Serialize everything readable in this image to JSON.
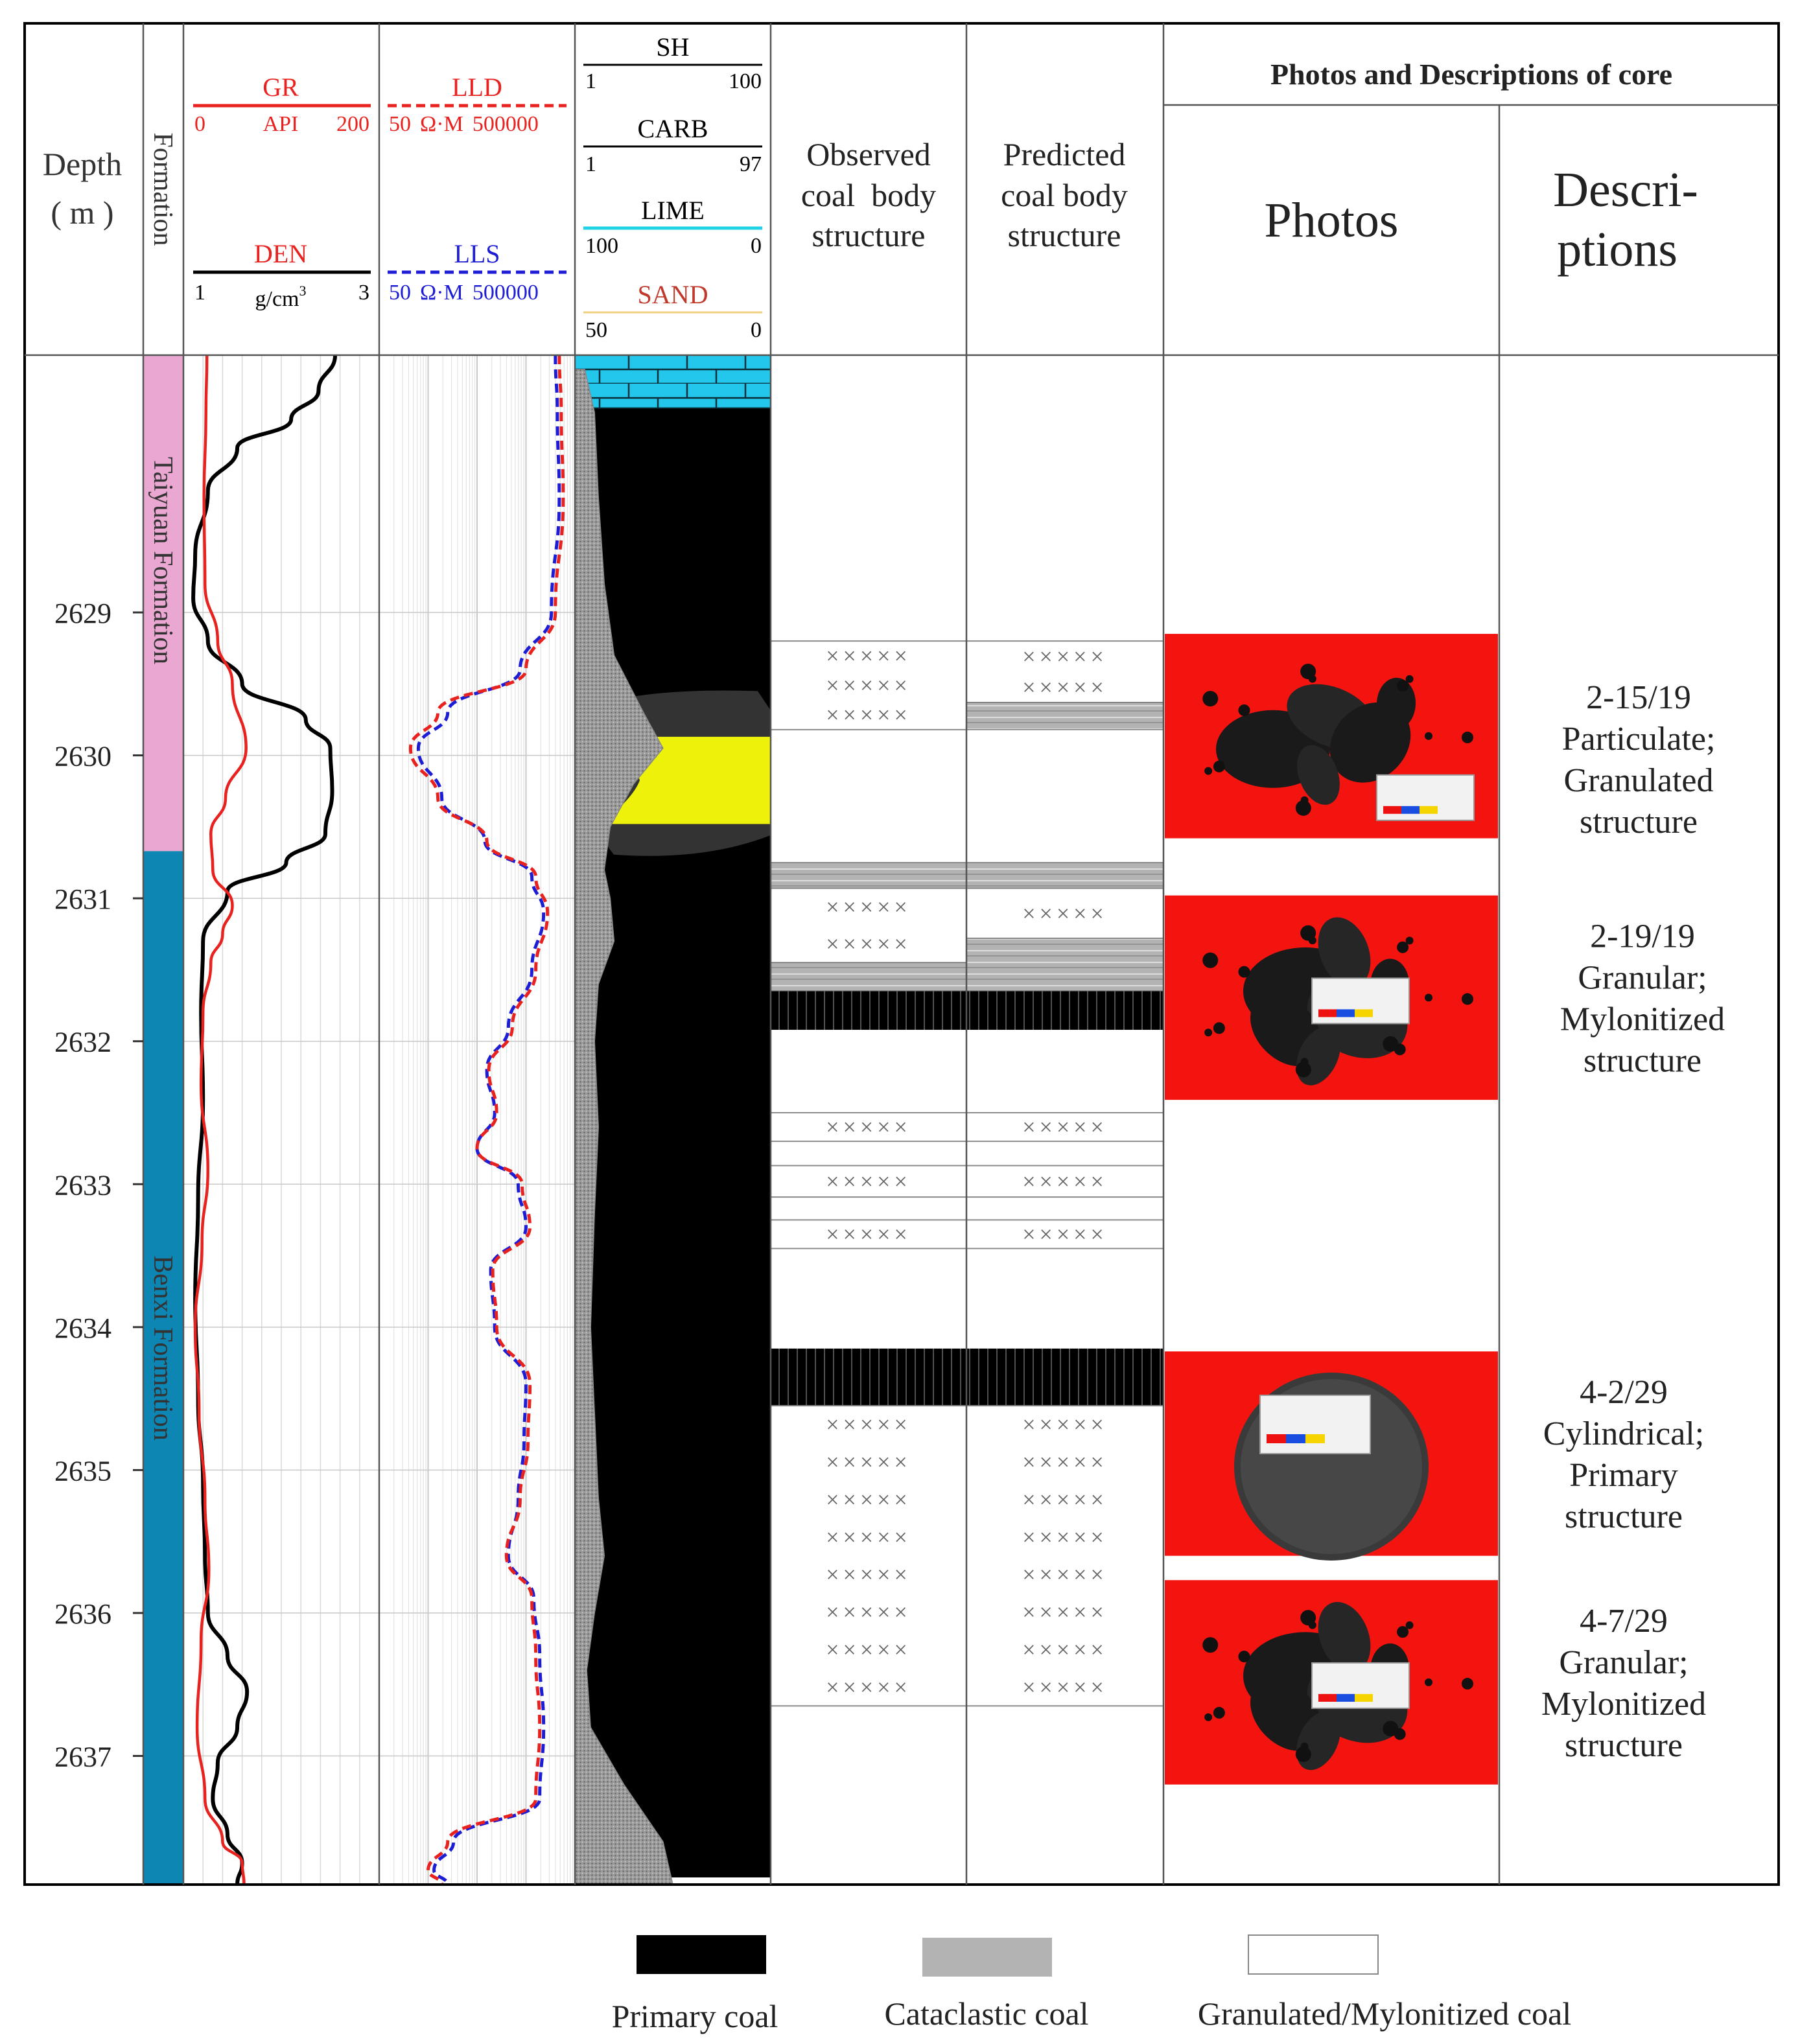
{
  "header": {
    "depth_label_line1": "Depth",
    "depth_label_line2": "( m )",
    "formation_label": "Formation",
    "gr": {
      "name": "GR",
      "min": "0",
      "unit": "API",
      "max": "200",
      "color": "#e8221e"
    },
    "den": {
      "name": "DEN",
      "min": "1",
      "unit": "g/cm",
      "unit_sup": "3",
      "max": "3",
      "color": "#000000"
    },
    "lld": {
      "name": "LLD",
      "min": "50",
      "unit": "Ω·M",
      "max": "500000",
      "color": "#e8221e"
    },
    "lls": {
      "name": "LLS",
      "min": "50",
      "unit": "Ω·M",
      "max": "500000",
      "color": "#1d1dd6"
    },
    "sh": {
      "name": "SH",
      "min": "1",
      "max": "100"
    },
    "carb": {
      "name": "CARB",
      "min": "1",
      "max": "97"
    },
    "lime": {
      "name": "LIME",
      "min": "100",
      "max": "0",
      "color": "#22d3e8"
    },
    "sand": {
      "name": "SAND",
      "min": "50",
      "max": "0",
      "color": "#c0392b"
    },
    "observed_line1": "Observed",
    "observed_line2": "coal  body",
    "observed_line3": "structure",
    "predicted_line1": "Predicted",
    "predicted_line2": "coal body",
    "predicted_line3": "structure",
    "photos_desc_title": "Photos and Descriptions of core",
    "photos_label": "Photos",
    "desc_line1": "Descri-",
    "desc_line2": "ptions"
  },
  "depth_axis": {
    "min": 2627.2,
    "max": 2637.9,
    "ticks": [
      "2629",
      "2630",
      "2631",
      "2632",
      "2633",
      "2634",
      "2635",
      "2636",
      "2637"
    ]
  },
  "formations": [
    {
      "name": "Taiyuan Formation",
      "top": 2627.2,
      "bottom": 2630.67,
      "color": "#e9a7d2"
    },
    {
      "name": "Benxi Formation",
      "top": 2630.67,
      "bottom": 2637.9,
      "color": "#0e86b3"
    }
  ],
  "curves": {
    "den": [
      [
        2627.2,
        2.55
      ],
      [
        2627.45,
        2.38
      ],
      [
        2627.65,
        2.1
      ],
      [
        2627.85,
        1.55
      ],
      [
        2628.15,
        1.25
      ],
      [
        2628.6,
        1.12
      ],
      [
        2628.9,
        1.1
      ],
      [
        2629.2,
        1.25
      ],
      [
        2629.5,
        1.6
      ],
      [
        2629.75,
        2.25
      ],
      [
        2629.95,
        2.5
      ],
      [
        2630.25,
        2.52
      ],
      [
        2630.55,
        2.45
      ],
      [
        2630.75,
        2.05
      ],
      [
        2630.95,
        1.45
      ],
      [
        2631.3,
        1.2
      ],
      [
        2631.8,
        1.18
      ],
      [
        2632.4,
        1.2
      ],
      [
        2633.1,
        1.15
      ],
      [
        2633.8,
        1.12
      ],
      [
        2634.5,
        1.15
      ],
      [
        2635.1,
        1.2
      ],
      [
        2635.6,
        1.22
      ],
      [
        2636.0,
        1.25
      ],
      [
        2636.3,
        1.45
      ],
      [
        2636.55,
        1.65
      ],
      [
        2636.8,
        1.55
      ],
      [
        2637.05,
        1.35
      ],
      [
        2637.3,
        1.3
      ],
      [
        2637.55,
        1.45
      ],
      [
        2637.75,
        1.6
      ],
      [
        2637.9,
        1.55
      ]
    ],
    "gr": [
      [
        2627.2,
        24
      ],
      [
        2627.6,
        23
      ],
      [
        2628.2,
        21
      ],
      [
        2628.8,
        22
      ],
      [
        2629.2,
        35
      ],
      [
        2629.5,
        50
      ],
      [
        2629.95,
        64
      ],
      [
        2630.3,
        43
      ],
      [
        2630.55,
        28
      ],
      [
        2630.8,
        30
      ],
      [
        2631.05,
        50
      ],
      [
        2631.25,
        40
      ],
      [
        2631.45,
        28
      ],
      [
        2631.8,
        20
      ],
      [
        2632.3,
        18
      ],
      [
        2632.9,
        25
      ],
      [
        2633.4,
        19
      ],
      [
        2634.0,
        12
      ],
      [
        2634.6,
        16
      ],
      [
        2635.2,
        22
      ],
      [
        2635.7,
        26
      ],
      [
        2636.2,
        18
      ],
      [
        2636.8,
        14
      ],
      [
        2637.3,
        22
      ],
      [
        2637.6,
        40
      ],
      [
        2637.75,
        60
      ],
      [
        2637.9,
        62
      ]
    ],
    "lld": [
      [
        2627.2,
        0.92
      ],
      [
        2627.6,
        0.93
      ],
      [
        2628.2,
        0.94
      ],
      [
        2629.0,
        0.9
      ],
      [
        2629.4,
        0.75
      ],
      [
        2629.7,
        0.3
      ],
      [
        2629.95,
        0.16
      ],
      [
        2630.3,
        0.3
      ],
      [
        2630.6,
        0.55
      ],
      [
        2630.85,
        0.8
      ],
      [
        2631.1,
        0.86
      ],
      [
        2631.5,
        0.8
      ],
      [
        2631.9,
        0.68
      ],
      [
        2632.2,
        0.56
      ],
      [
        2632.5,
        0.6
      ],
      [
        2632.75,
        0.5
      ],
      [
        2633.0,
        0.73
      ],
      [
        2633.3,
        0.77
      ],
      [
        2633.6,
        0.58
      ],
      [
        2634.0,
        0.6
      ],
      [
        2634.4,
        0.77
      ],
      [
        2634.8,
        0.76
      ],
      [
        2635.2,
        0.72
      ],
      [
        2635.6,
        0.65
      ],
      [
        2635.9,
        0.78
      ],
      [
        2636.3,
        0.8
      ],
      [
        2636.8,
        0.82
      ],
      [
        2637.3,
        0.8
      ],
      [
        2637.6,
        0.35
      ],
      [
        2637.8,
        0.25
      ],
      [
        2637.9,
        0.32
      ]
    ],
    "lls": [
      [
        2627.2,
        0.9
      ],
      [
        2627.6,
        0.91
      ],
      [
        2628.2,
        0.92
      ],
      [
        2629.0,
        0.88
      ],
      [
        2629.4,
        0.72
      ],
      [
        2629.7,
        0.35
      ],
      [
        2629.95,
        0.2
      ],
      [
        2630.3,
        0.32
      ],
      [
        2630.6,
        0.54
      ],
      [
        2630.85,
        0.78
      ],
      [
        2631.1,
        0.84
      ],
      [
        2631.5,
        0.78
      ],
      [
        2631.9,
        0.66
      ],
      [
        2632.2,
        0.55
      ],
      [
        2632.5,
        0.59
      ],
      [
        2632.75,
        0.5
      ],
      [
        2633.0,
        0.71
      ],
      [
        2633.3,
        0.75
      ],
      [
        2633.6,
        0.57
      ],
      [
        2634.0,
        0.59
      ],
      [
        2634.4,
        0.75
      ],
      [
        2634.8,
        0.74
      ],
      [
        2635.2,
        0.71
      ],
      [
        2635.6,
        0.66
      ],
      [
        2635.9,
        0.79
      ],
      [
        2636.3,
        0.82
      ],
      [
        2636.8,
        0.84
      ],
      [
        2637.3,
        0.82
      ],
      [
        2637.6,
        0.38
      ],
      [
        2637.8,
        0.28
      ],
      [
        2637.9,
        0.35
      ]
    ],
    "sh": [
      [
        2627.3,
        0.05
      ],
      [
        2627.6,
        0.1
      ],
      [
        2628.2,
        0.12
      ],
      [
        2628.8,
        0.15
      ],
      [
        2629.3,
        0.2
      ],
      [
        2629.7,
        0.35
      ],
      [
        2629.95,
        0.45
      ],
      [
        2630.2,
        0.3
      ],
      [
        2630.5,
        0.18
      ],
      [
        2630.8,
        0.15
      ],
      [
        2631.0,
        0.18
      ],
      [
        2631.3,
        0.2
      ],
      [
        2631.6,
        0.12
      ],
      [
        2632.0,
        0.1
      ],
      [
        2632.6,
        0.12
      ],
      [
        2633.2,
        0.1
      ],
      [
        2634.0,
        0.08
      ],
      [
        2634.6,
        0.1
      ],
      [
        2635.2,
        0.12
      ],
      [
        2635.6,
        0.15
      ],
      [
        2636.0,
        0.1
      ],
      [
        2636.4,
        0.06
      ],
      [
        2636.8,
        0.08
      ],
      [
        2637.2,
        0.25
      ],
      [
        2637.6,
        0.45
      ],
      [
        2637.9,
        0.5
      ]
    ]
  },
  "lithology": {
    "lime": {
      "top": 2627.2,
      "bottom": 2627.57,
      "color": "#22c7eb"
    },
    "sand": {
      "top": 2629.87,
      "bottom": 2630.48,
      "color": "#eef20a"
    },
    "carb_lens": {
      "top": 2629.55,
      "bottom": 2630.74,
      "color": "#333333"
    },
    "coal": {
      "top": 2627.57,
      "bottom": 2637.85,
      "color": "#000000"
    }
  },
  "coal_structure": {
    "primary_color": "#000000",
    "cataclastic_color": "#b3b3b3",
    "observed": [
      {
        "type": "granulated",
        "top": 2629.2,
        "bottom": 2629.82,
        "rows": 3
      },
      {
        "type": "cataclastic",
        "top": 2630.75,
        "bottom": 2630.93
      },
      {
        "type": "granulated",
        "top": 2630.93,
        "bottom": 2631.45,
        "rows": 2
      },
      {
        "type": "cataclastic",
        "top": 2631.45,
        "bottom": 2631.65
      },
      {
        "type": "primary",
        "top": 2631.65,
        "bottom": 2631.92
      },
      {
        "type": "granulated",
        "top": 2632.5,
        "bottom": 2632.7,
        "rows": 1
      },
      {
        "type": "granulated",
        "top": 2632.87,
        "bottom": 2633.09,
        "rows": 1
      },
      {
        "type": "granulated",
        "top": 2633.25,
        "bottom": 2633.45,
        "rows": 1
      },
      {
        "type": "primary",
        "top": 2634.15,
        "bottom": 2634.55
      },
      {
        "type": "granulated",
        "top": 2634.55,
        "bottom": 2636.65,
        "rows": 8
      }
    ],
    "predicted": [
      {
        "type": "granulated",
        "top": 2629.2,
        "bottom": 2629.63,
        "rows": 2
      },
      {
        "type": "cataclastic",
        "top": 2629.63,
        "bottom": 2629.82
      },
      {
        "type": "cataclastic",
        "top": 2630.75,
        "bottom": 2630.93
      },
      {
        "type": "granulated",
        "top": 2630.93,
        "bottom": 2631.28,
        "rows": 1
      },
      {
        "type": "cataclastic",
        "top": 2631.28,
        "bottom": 2631.65
      },
      {
        "type": "primary",
        "top": 2631.65,
        "bottom": 2631.92
      },
      {
        "type": "granulated",
        "top": 2632.5,
        "bottom": 2632.7,
        "rows": 1
      },
      {
        "type": "granulated",
        "top": 2632.87,
        "bottom": 2633.09,
        "rows": 1
      },
      {
        "type": "granulated",
        "top": 2633.25,
        "bottom": 2633.45,
        "rows": 1
      },
      {
        "type": "primary",
        "top": 2634.15,
        "bottom": 2634.55
      },
      {
        "type": "granulated",
        "top": 2634.55,
        "bottom": 2636.65,
        "rows": 8
      }
    ]
  },
  "photos": [
    {
      "top": 2629.15,
      "bottom": 2630.58,
      "type": "particulate",
      "desc": [
        "2-15/19",
        "Particulate;",
        "Granulated",
        "structure"
      ]
    },
    {
      "top": 2630.98,
      "bottom": 2632.41,
      "type": "granular",
      "desc": [
        "2-19/19",
        "Granular;",
        "Mylonitized",
        "structure"
      ]
    },
    {
      "top": 2634.17,
      "bottom": 2635.6,
      "type": "cylindrical",
      "desc": [
        "4-2/29",
        "Cylindrical;",
        "Primary",
        "structure"
      ]
    },
    {
      "top": 2635.77,
      "bottom": 2637.2,
      "type": "granular2",
      "desc": [
        "4-7/29",
        "Granular;",
        "Mylonitized",
        "structure"
      ]
    }
  ],
  "photo_bg_color": "#f4140f",
  "legend": [
    {
      "label": "Primary coal",
      "color": "#000000"
    },
    {
      "label": "Cataclastic coal",
      "color": "#b3b3b3"
    },
    {
      "label": "Granulated/Mylonitized coal",
      "color": "#ffffff"
    }
  ]
}
